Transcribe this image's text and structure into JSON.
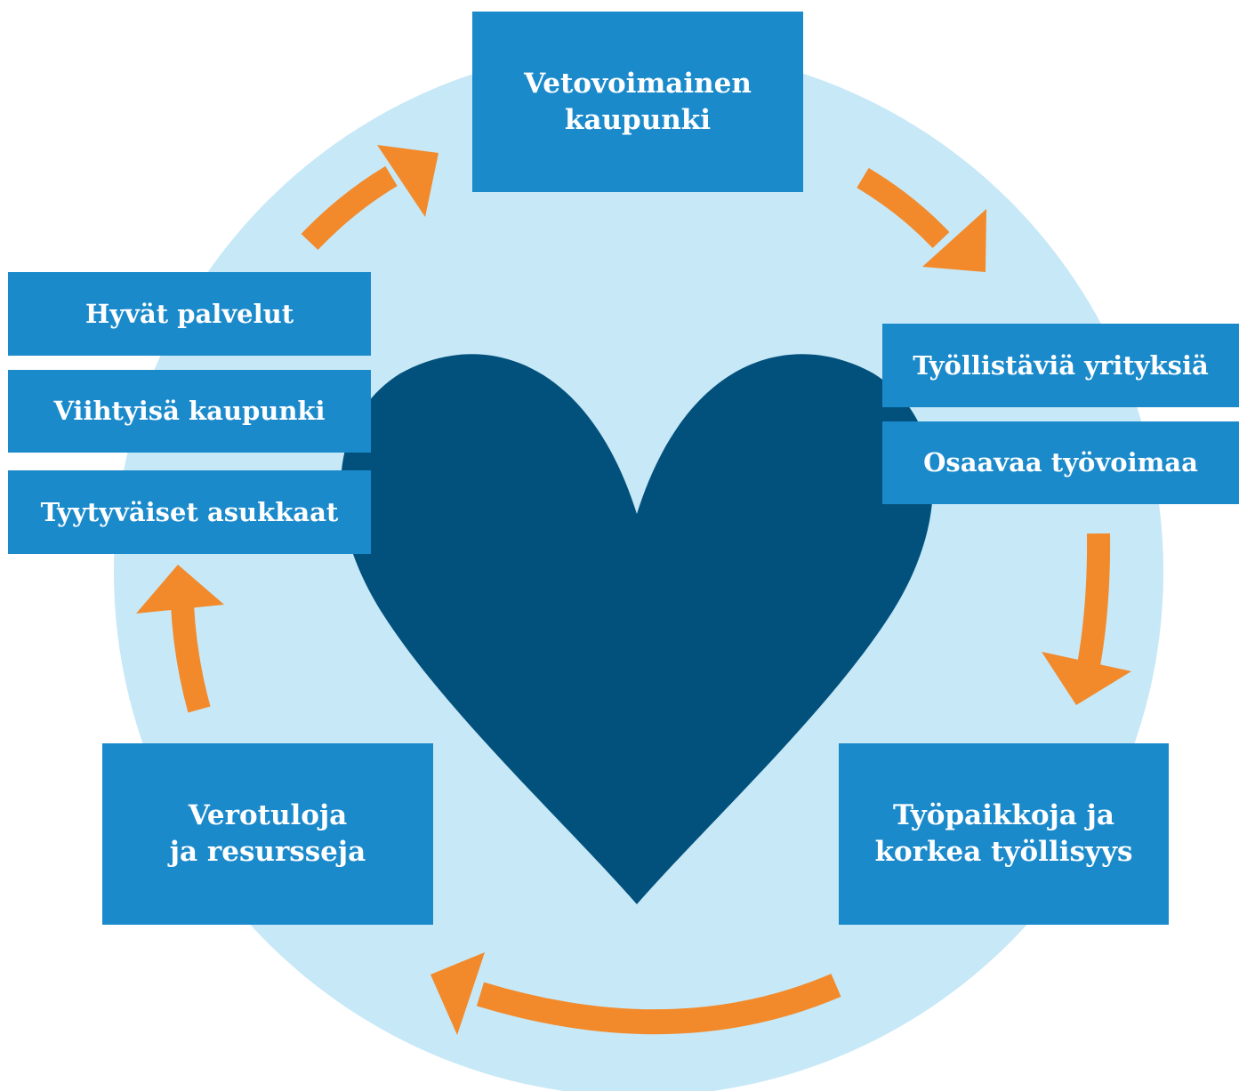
{
  "colors": {
    "background_circle": "#c7e8f7",
    "heart": "#02517d",
    "box": "#1b8acb",
    "box_text": "#ffffff",
    "arrow": "#f28a2b"
  },
  "nodes": {
    "top": "Vetovoimainen\nkaupunki",
    "right_1": "Työllistäviä yrityksiä",
    "right_2": "Osaavaa työvoimaa",
    "bottom_right": "Työpaikkoja ja\nkorkea työllisyys",
    "bottom_left": "Verotuloja\nja resursseja",
    "left_1": "Hyvät palvelut",
    "left_2": "Viihtyisä kaupunki",
    "left_3": "Tyytyväiset asukkaat"
  },
  "icons": {
    "center": "heart-icon",
    "arrows": "curved-arrow-icon"
  }
}
